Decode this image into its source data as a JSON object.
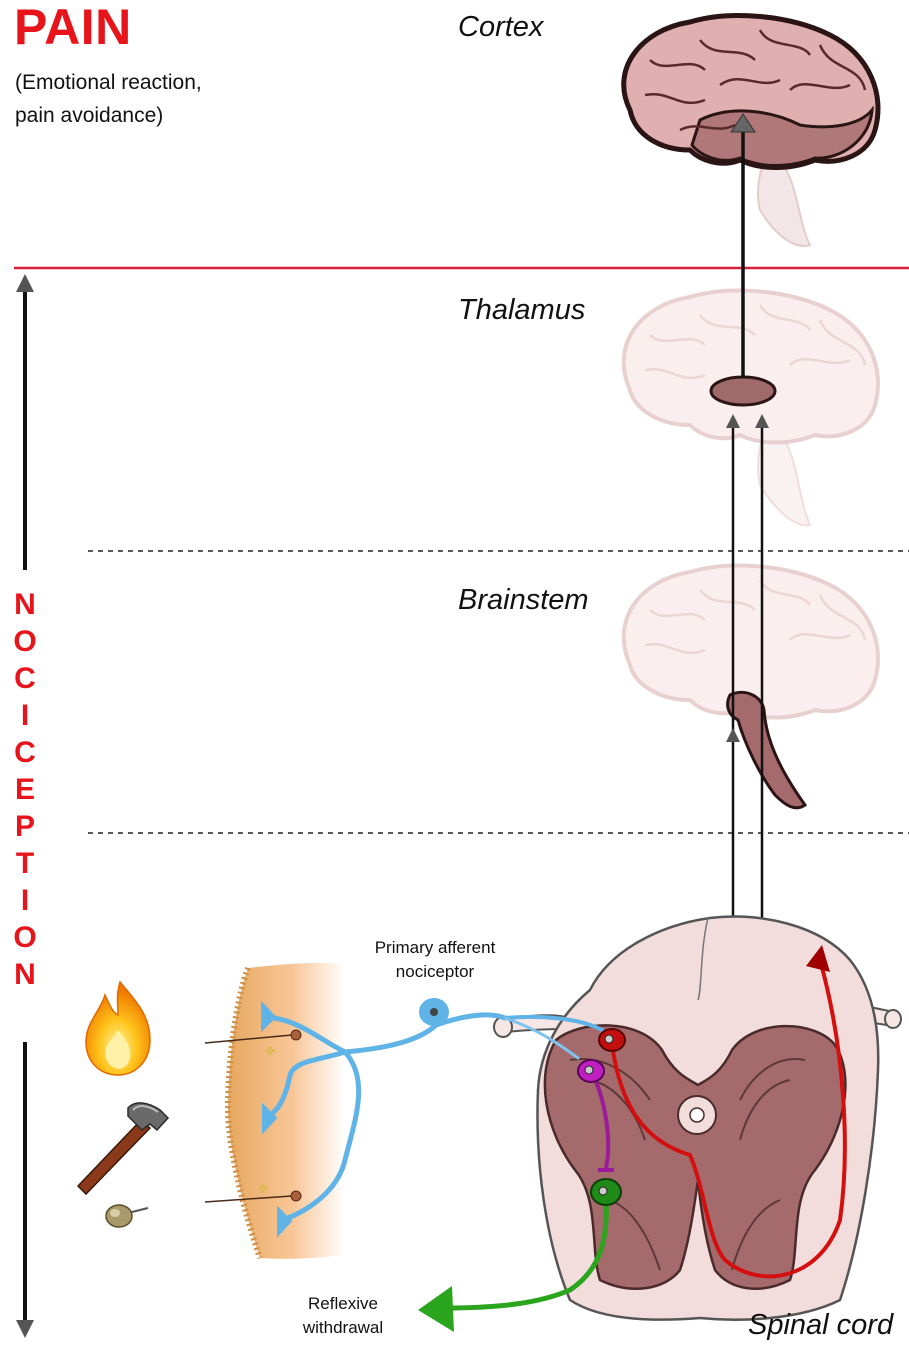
{
  "title": "PAIN",
  "subtitle_lines": [
    "(Emotional reaction,",
    "pain avoidance)"
  ],
  "regions": {
    "cortex": "Cortex",
    "thalamus": "Thalamus",
    "brainstem": "Brainstem",
    "spinal_cord": "Spinal cord"
  },
  "nociception_letters": [
    "N",
    "O",
    "C",
    "I",
    "C",
    "E",
    "P",
    "T",
    "I",
    "O",
    "N"
  ],
  "labels": {
    "afferent_line1": "Primary afferent",
    "afferent_line2": "nociceptor",
    "reflex_line1": "Reflexive",
    "reflex_line2": "withdrawal"
  },
  "stimuli": [
    "flame-icon",
    "hammer-icon",
    "thumbtack-icon"
  ],
  "colors": {
    "pain_red": "#e8141b",
    "divider": "#d6203d",
    "nociceptor_blue": "#5fb3e6",
    "interneuron_magenta": "#c21fc2",
    "projection_red": "#d40f0f",
    "motor_green": "#2aa51d",
    "brain_pink": "#d9a8a8",
    "brain_faded": "#f7e8e8",
    "skin": "#f6bd86",
    "grey_matter": "#a46a6c",
    "white_matter": "#f2dcdc"
  }
}
